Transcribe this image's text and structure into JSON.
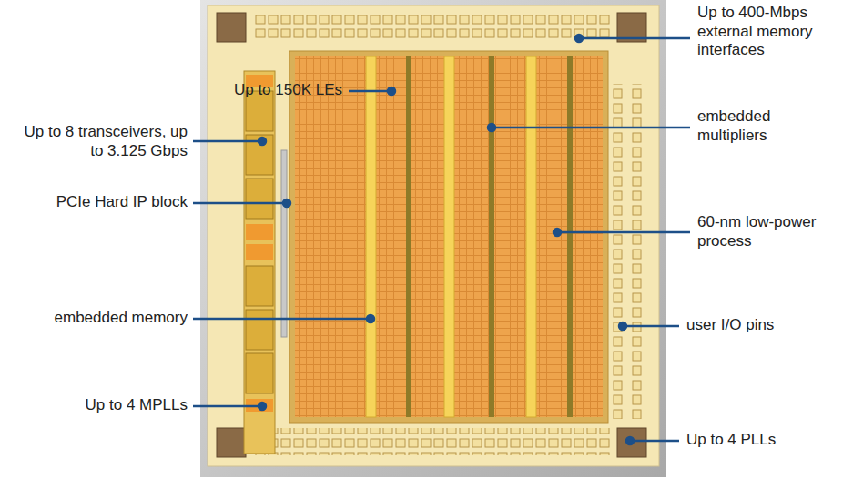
{
  "diagram": {
    "labels": [
      "Up to 400-Mbps external memory interfaces",
      "Up to 150K LEs",
      "embedded multipliers",
      "Up to 8 transceivers, up to 3.125 Gbps",
      "PCIe Hard IP block",
      "60-nm low-power process",
      "embedded memory",
      "user I/O pins",
      "Up to 4 MPLLs",
      "Up to 4 PLLs"
    ]
  }
}
